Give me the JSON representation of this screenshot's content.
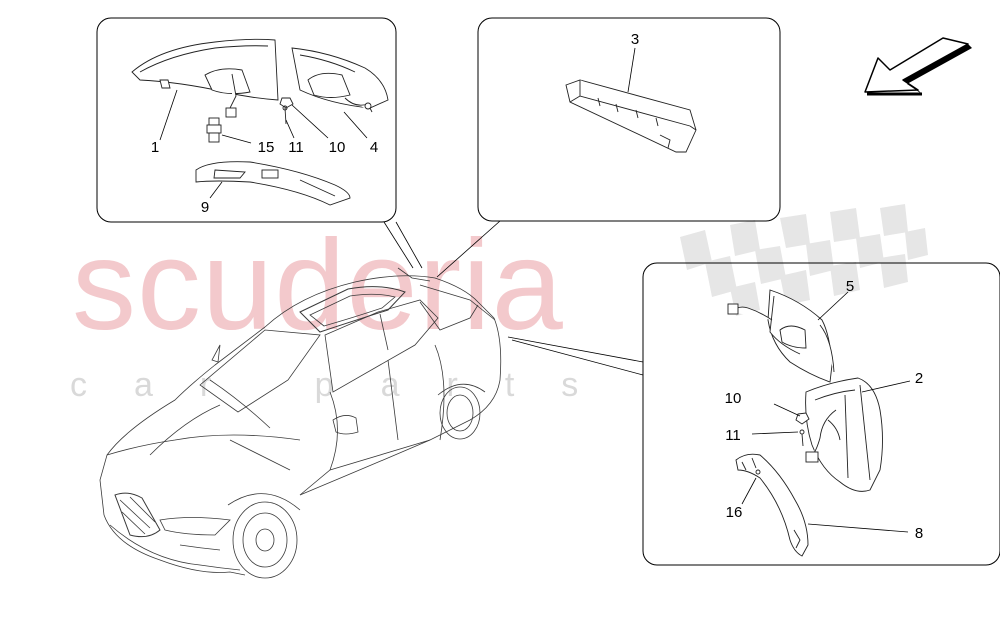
{
  "watermark": {
    "main": "scuderia",
    "sub": "car parts",
    "color": "#f3c9cc",
    "checker_color": "#e4e4e4"
  },
  "labels": {
    "l1": "1",
    "l15": "15",
    "l11a": "11",
    "l10a": "10",
    "l4": "4",
    "l9": "9",
    "l3": "3",
    "l5": "5",
    "l2": "2",
    "l10b": "10",
    "l11b": "11",
    "l16": "16",
    "l8": "8"
  },
  "icons": {
    "direction": "direction-arrow-icon"
  }
}
